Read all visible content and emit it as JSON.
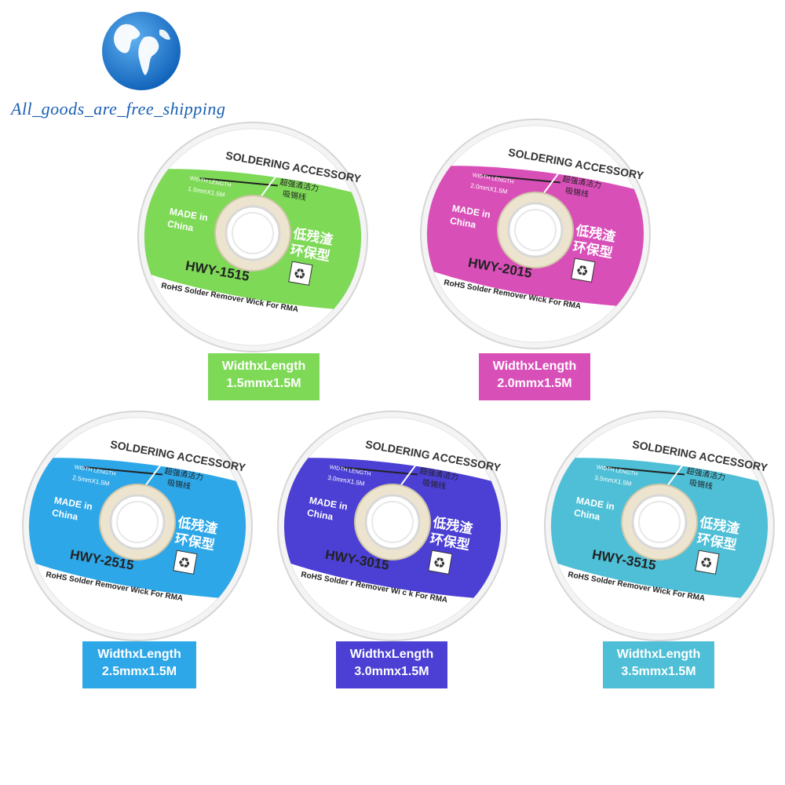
{
  "brand": {
    "text": "All_goods_are_free_shipping"
  },
  "spools": [
    {
      "header": "SOLDERING ACCESSORY",
      "wl_label": "WIDTH LENGTH",
      "wl_value": "1.5mmX1.5M",
      "made": "MADE in",
      "country": "China",
      "cn_top": "超强清洁力",
      "cn_sub": "吸锡线",
      "cn_line1": "低残渣",
      "cn_line2": "环保型",
      "model": "HWY-1515",
      "footer": "RoHS Solder Remover Wick For RMA",
      "color": "#7ed957",
      "caption_line1": "WidthxLength",
      "caption_line2": "1.5mmx1.5M"
    },
    {
      "header": "SOLDERING ACCESSORY",
      "wl_label": "WIDTH LENGTH",
      "wl_value": "2.0mmX1.5M",
      "made": "MADE in",
      "country": "China",
      "cn_top": "超强清洁力",
      "cn_sub": "吸锡线",
      "cn_line1": "低残渣",
      "cn_line2": "环保型",
      "model": "HWY-2015",
      "footer": "RoHS Solder Remover Wick For RMA",
      "color": "#d94fb8",
      "caption_line1": "WidthxLength",
      "caption_line2": "2.0mmx1.5M"
    },
    {
      "header": "SOLDERING ACCESSORY",
      "wl_label": "WIDTH LENGTH",
      "wl_value": "2.5mmX1.5M",
      "made": "MADE in",
      "country": "China",
      "cn_top": "超强清洁力",
      "cn_sub": "吸锡线",
      "cn_line1": "低残渣",
      "cn_line2": "环保型",
      "model": "HWY-2515",
      "footer": "RoHS Solder Remover Wick For RMA",
      "color": "#2ea7e8",
      "caption_line1": "WidthxLength",
      "caption_line2": "2.5mmx1.5M"
    },
    {
      "header": "SOLDERING ACCESSORY",
      "wl_label": "WIDTH LENGTH",
      "wl_value": "3.0mmX1.5M",
      "made": "MADE in",
      "country": "China",
      "cn_top": "超强清洁力",
      "cn_sub": "吸锡线",
      "cn_line1": "低残渣",
      "cn_line2": "环保型",
      "model": "HWY-3015",
      "footer": "RoHS Solder r Remover Wi c k For RMA",
      "color": "#4b3fd4",
      "caption_line1": "WidthxLength",
      "caption_line2": "3.0mmx1.5M"
    },
    {
      "header": "SOLDERING ACCESSORY",
      "wl_label": "WIDTH LENGTH",
      "wl_value": "3.5mmX1.5M",
      "made": "MADE in",
      "country": "China",
      "cn_top": "超强清洁力",
      "cn_sub": "吸锡线",
      "cn_line1": "低残渣",
      "cn_line2": "环保型",
      "model": "HWY-3515",
      "footer": "RoHS Solder Remover Wick For RMA",
      "color": "#4ebfd6",
      "caption_line1": "WidthxLength",
      "caption_line2": "3.5mmx1.5M"
    }
  ]
}
